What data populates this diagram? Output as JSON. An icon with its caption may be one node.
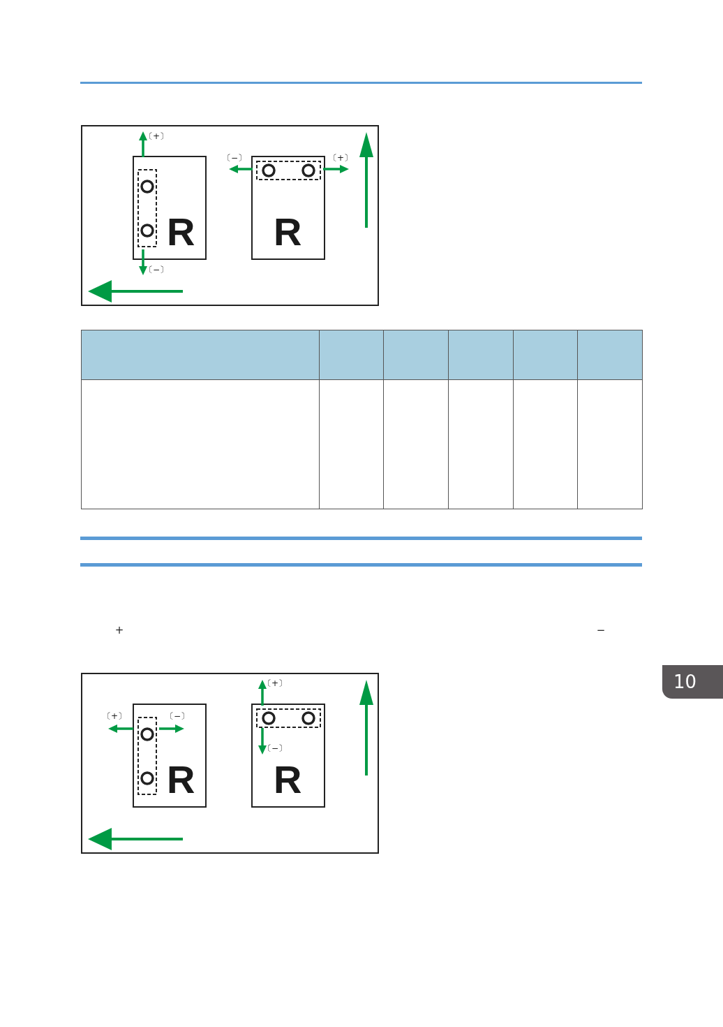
{
  "diagram": {
    "nodes": [
      {
        "text": [
          "R"
        ]
      },
      {
        "text": [
          "R"
        ]
      },
      {
        "text": [
          "R"
        ]
      },
      {
        "text": [
          "R"
        ]
      }
    ],
    "labels": [
      "〔+〕",
      "〔−〕",
      "〔+〕",
      "〔−〕",
      "+",
      "−",
      "〔+〕",
      "〔+〕",
      "〔−〕",
      "10",
      "〔−〕"
    ]
  }
}
